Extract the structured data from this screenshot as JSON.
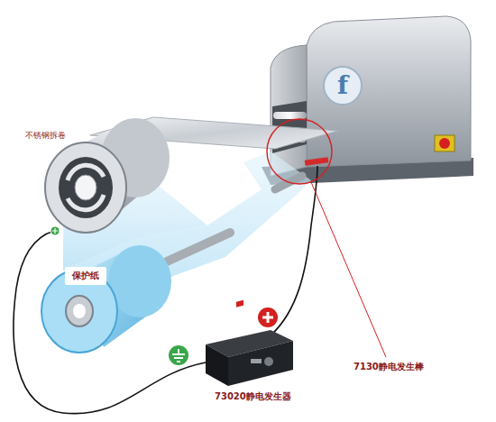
{
  "diagram": {
    "nodes": [
      {
        "text": [
          "保护纸"
        ]
      }
    ],
    "labels": [
      "f",
      "不锈钢拆卷",
      "7130静电发生棒",
      "73020静电发生器"
    ]
  }
}
